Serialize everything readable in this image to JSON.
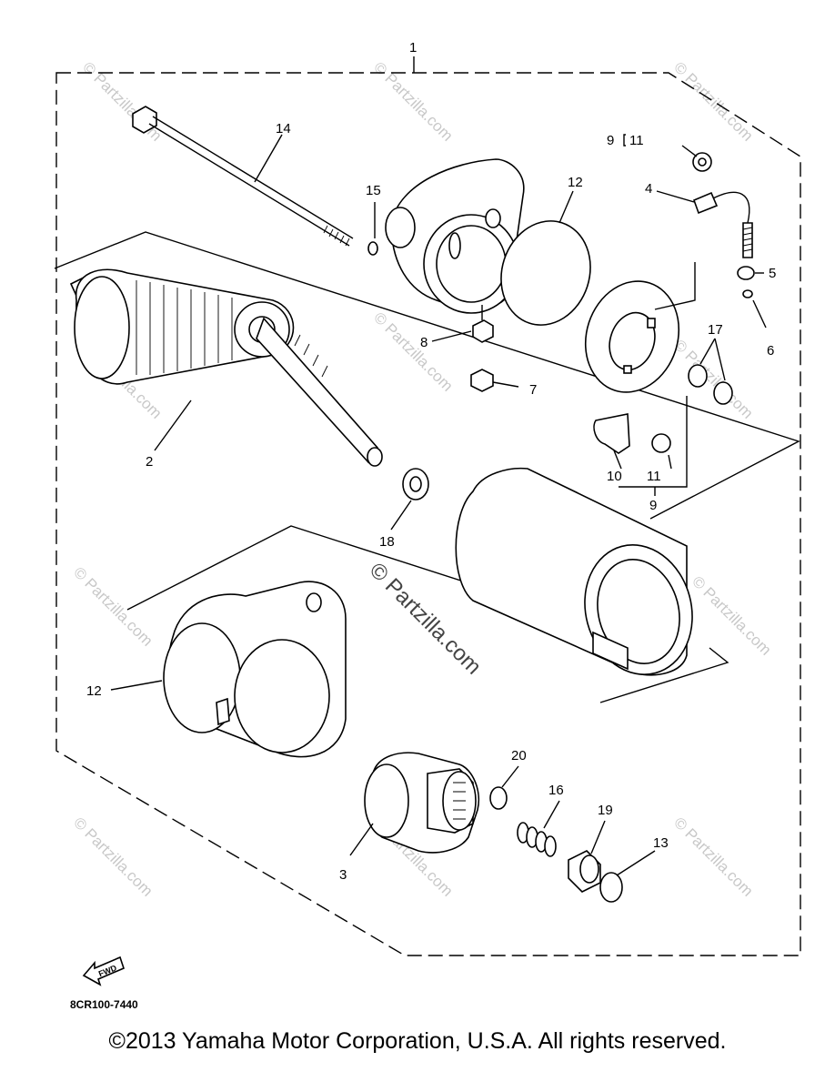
{
  "callouts": {
    "c1": "1",
    "c2": "2",
    "c3": "3",
    "c4": "4",
    "c5": "5",
    "c6": "6",
    "c7": "7",
    "c8": "8",
    "c9a": "9",
    "c9b": "9",
    "c10": "10",
    "c11a": "11",
    "c11b": "11",
    "c12a": "12",
    "c12b": "12",
    "c13": "13",
    "c14": "14",
    "c15": "15",
    "c16": "16",
    "c17": "17",
    "c18": "18",
    "c19": "19",
    "c20": "20"
  },
  "watermark": {
    "center": "© Partzilla.com",
    "tile": "© Partzilla.com"
  },
  "fwd_label": "FWD",
  "diagram_code": "8CR100-7440",
  "copyright": "©2013 Yamaha Motor Corporation, U.S.A. All rights reserved."
}
